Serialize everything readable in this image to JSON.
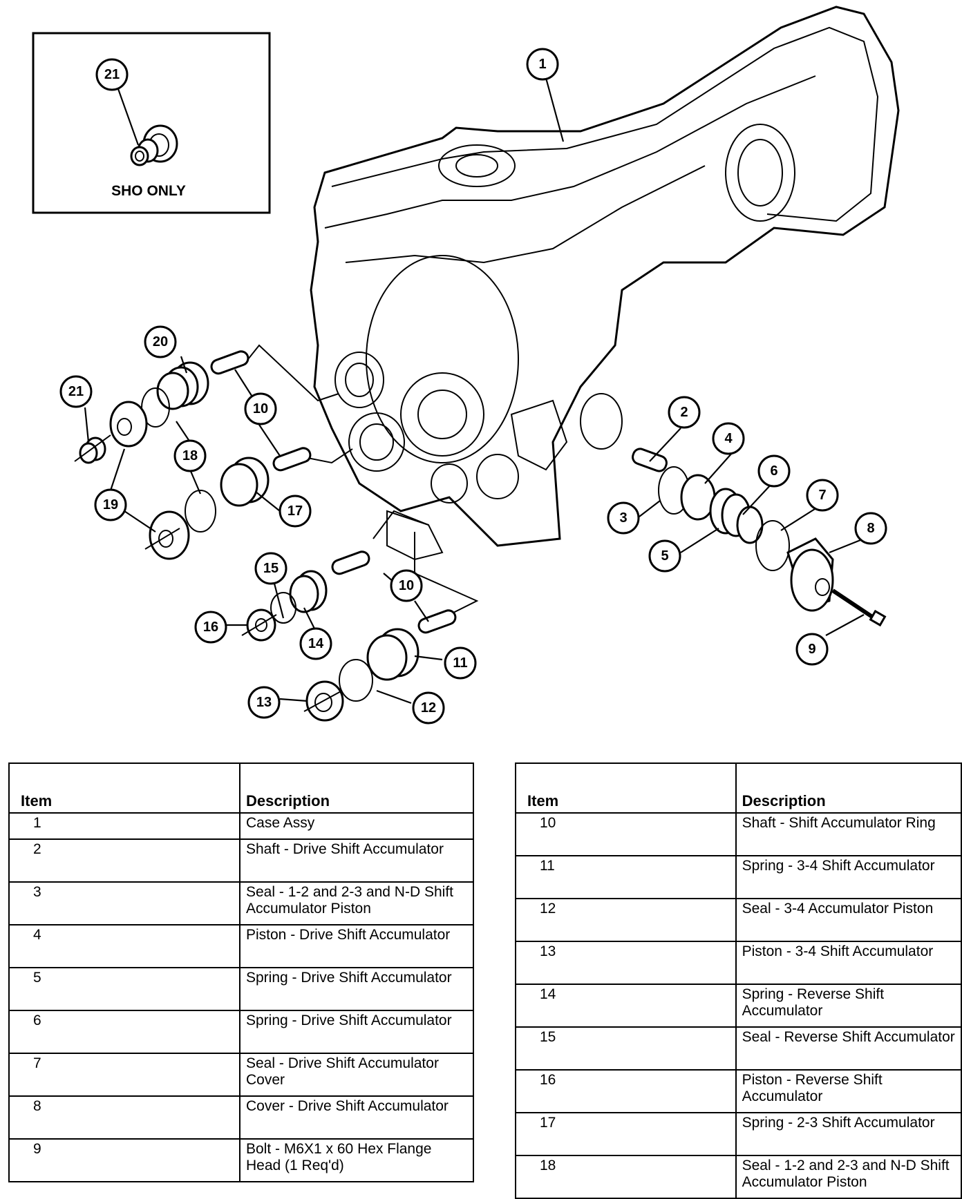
{
  "inset": {
    "label": "SHO ONLY",
    "callout": "21"
  },
  "callouts": [
    "1",
    "2",
    "3",
    "4",
    "5",
    "6",
    "7",
    "8",
    "9",
    "10",
    "10",
    "10",
    "11",
    "12",
    "13",
    "14",
    "15",
    "16",
    "17",
    "18",
    "19",
    "20",
    "21"
  ],
  "table_left": {
    "header_item": "Item",
    "header_desc": "Description",
    "rows": [
      {
        "item": "1",
        "desc": "Case Assy"
      },
      {
        "item": "2",
        "desc": "Shaft - Drive Shift Accumulator"
      },
      {
        "item": "3",
        "desc": "Seal - 1-2 and 2-3 and N-D Shift Accumulator Piston"
      },
      {
        "item": "4",
        "desc": "Piston - Drive Shift Accumulator"
      },
      {
        "item": "5",
        "desc": "Spring - Drive Shift Accumulator"
      },
      {
        "item": "6",
        "desc": "Spring - Drive Shift Accumulator"
      },
      {
        "item": "7",
        "desc": "Seal - Drive Shift Accumulator Cover"
      },
      {
        "item": "8",
        "desc": "Cover - Drive Shift Accumulator"
      },
      {
        "item": "9",
        "desc": "Bolt - M6X1 x 60 Hex Flange Head (1 Req'd)"
      }
    ]
  },
  "table_right": {
    "header_item": "Item",
    "header_desc": "Description",
    "rows": [
      {
        "item": "10",
        "desc": "Shaft - Shift Accumulator Ring"
      },
      {
        "item": "11",
        "desc": "Spring - 3-4 Shift Accumulator"
      },
      {
        "item": "12",
        "desc": "Seal - 3-4 Accumulator Piston"
      },
      {
        "item": "13",
        "desc": "Piston - 3-4 Shift Accumulator"
      },
      {
        "item": "14",
        "desc": "Spring - Reverse Shift Accumulator"
      },
      {
        "item": "15",
        "desc": "Seal - Reverse Shift Accumulator"
      },
      {
        "item": "16",
        "desc": "Piston - Reverse Shift Accumulator"
      },
      {
        "item": "17",
        "desc": "Spring - 2-3 Shift Accumulator"
      },
      {
        "item": "18",
        "desc": "Seal - 1-2 and 2-3 and N-D Shift Accumulator Piston"
      }
    ]
  }
}
